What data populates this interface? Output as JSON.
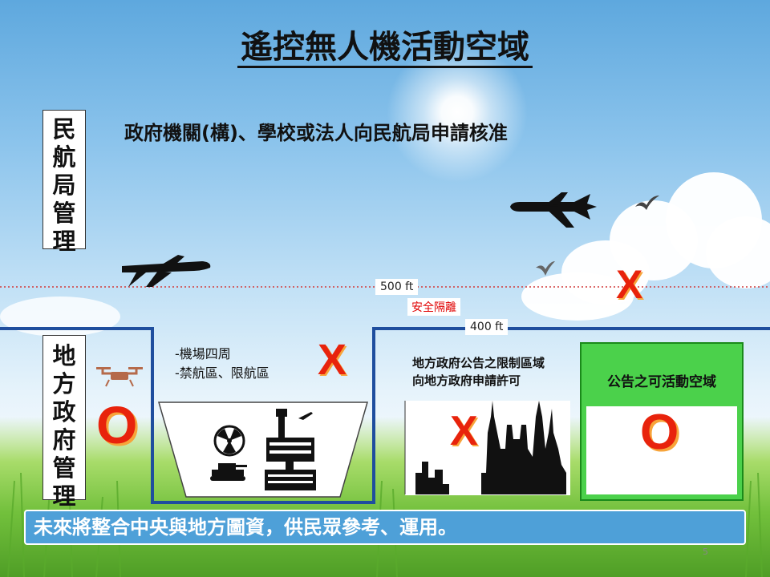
{
  "title": "遙控無人機活動空域",
  "labels": {
    "caa": "民航局管理",
    "local": "地方政府管理"
  },
  "caa_text": "政府機關(構)、學校或法人向民航局申請核准",
  "altitudes": {
    "upper": "500 ft",
    "lower": "400 ft"
  },
  "buffer_label": "安全隔離",
  "restricted_list": [
    "-機場四周",
    "-禁航區、限航區"
  ],
  "city_text": [
    "地方政府公告之限制區域",
    "向地方政府申請許可"
  ],
  "green_text": "公告之可活動空域",
  "marks": {
    "x": "X",
    "o": "O"
  },
  "bottom_text": "未來將整合中央與地方圖資，供民眾參考、運用。",
  "page_number": "5",
  "colors": {
    "mark_red": "#e8230c",
    "boundary_blue": "#1f4e9e",
    "bottom_bar": "#4ea0d8",
    "green_panel": "#4bd14b"
  },
  "icons": [
    "airplane-icon",
    "bird-icon",
    "drone-icon",
    "radiation-icon",
    "tank-icon",
    "airport-icon",
    "palace-icon",
    "city-skyline",
    "countryside-scene"
  ]
}
